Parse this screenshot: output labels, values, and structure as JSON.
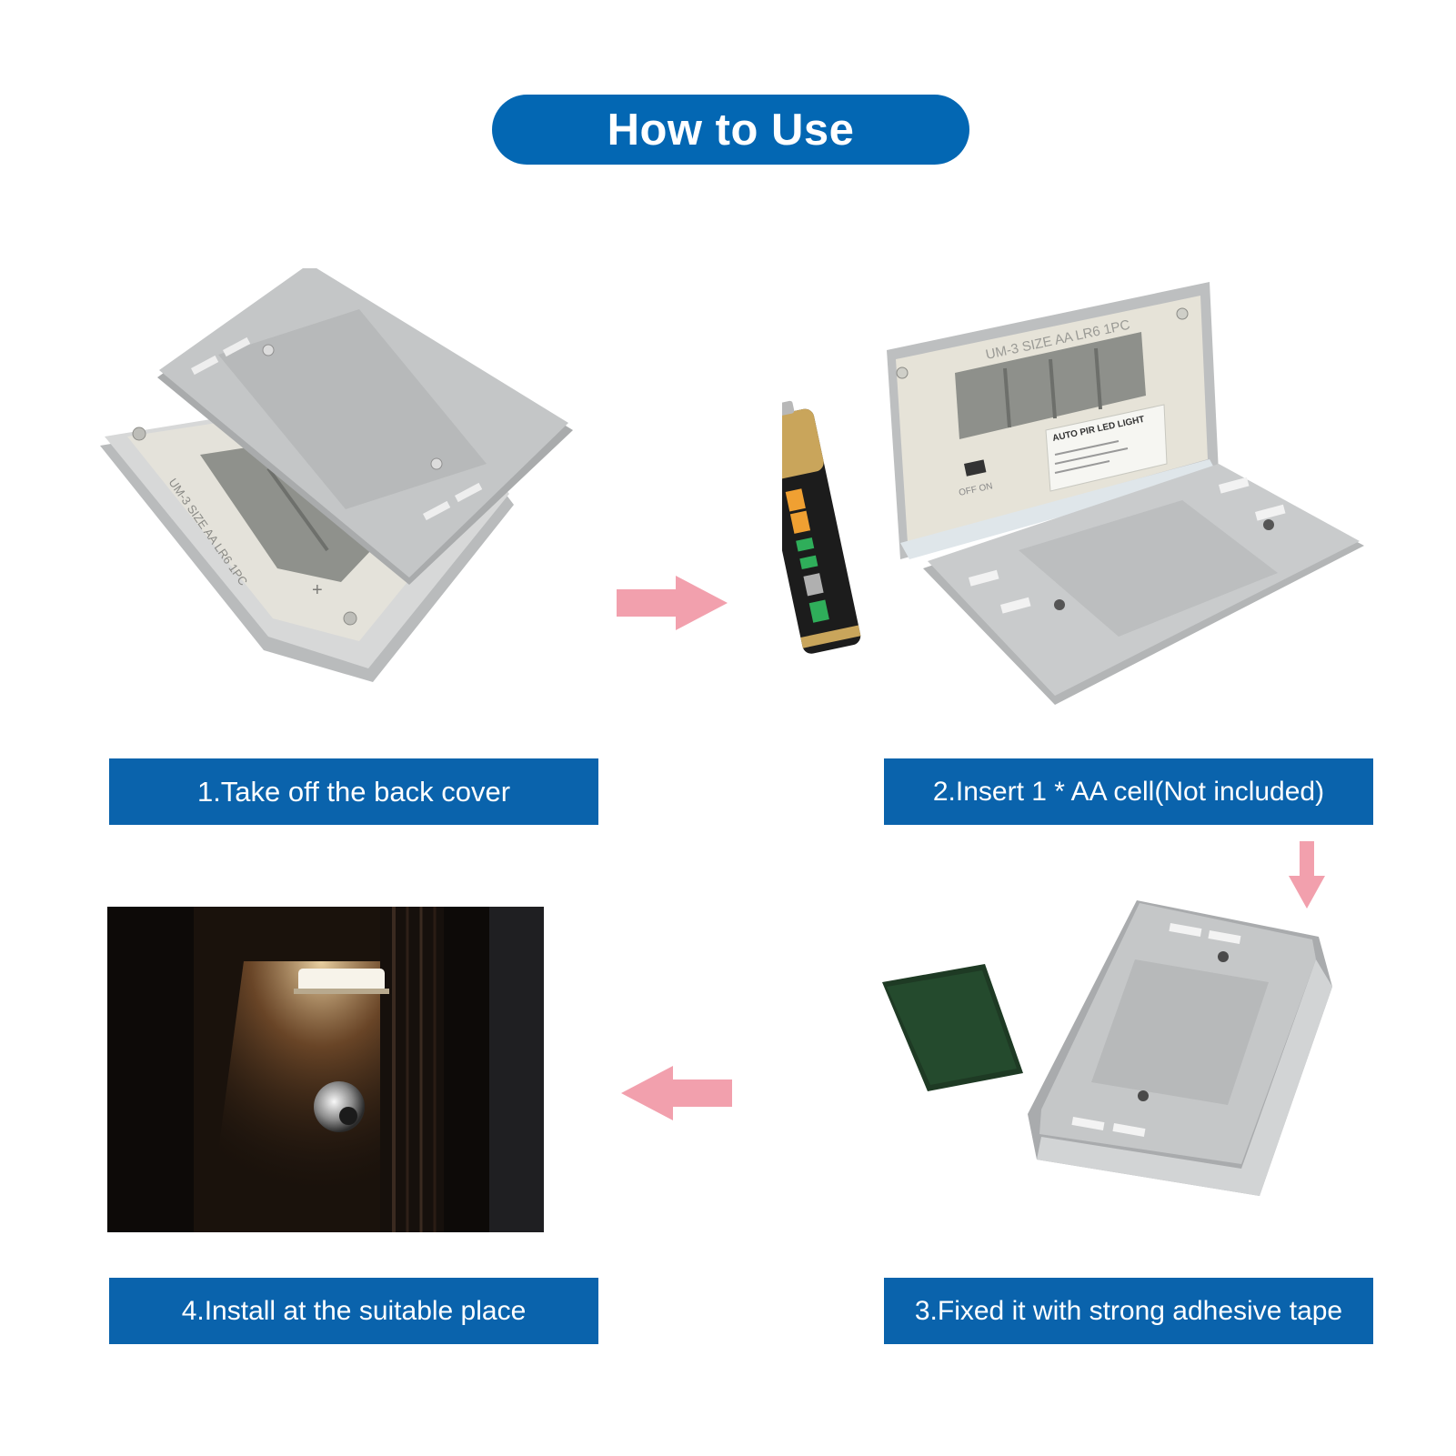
{
  "title": "How to Use",
  "steps": [
    {
      "label": "1.Take off the back cover"
    },
    {
      "label": "2.Insert 1 * AA cell(Not included)"
    },
    {
      "label": "3.Fixed it with strong adhesive tape"
    },
    {
      "label": "4.Install at the suitable place"
    }
  ],
  "device_print": {
    "battery_size": "UM-3 SIZE  AA  LR6  1PC",
    "plus": "+",
    "minus": "−",
    "product_label": "AUTO PIR LED LIGHT",
    "switch_label": "OFF ON"
  },
  "colors": {
    "accent_blue": "#0367b3",
    "arrow_pink": "#f2a0ad",
    "device_silver": "#c9cbcc"
  },
  "icons": [
    "arrow-right-icon",
    "arrow-down-icon",
    "arrow-left-icon"
  ]
}
